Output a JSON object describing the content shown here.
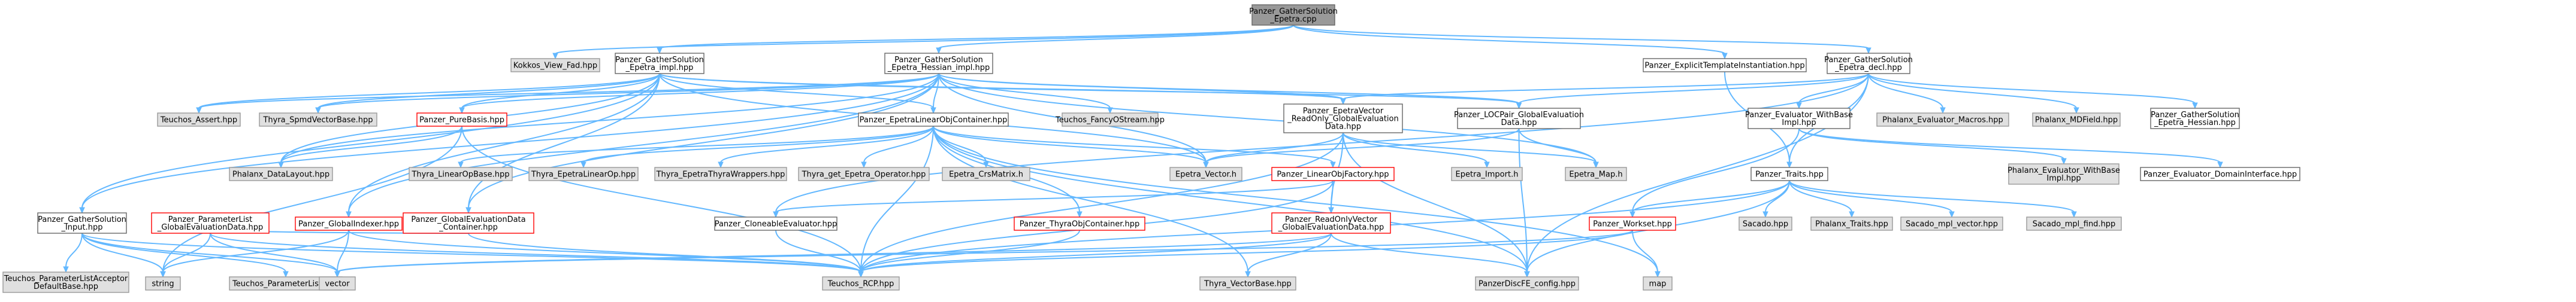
{
  "nodes": [
    {
      "id": "root",
      "lines": [
        "Panzer_GatherSolution",
        "_Epetra.cpp"
      ],
      "style": "title"
    },
    {
      "id": "kokkos_viewfad",
      "lines": [
        "Kokkos_View_Fad.hpp"
      ],
      "style": "gray"
    },
    {
      "id": "gs_impl",
      "lines": [
        "Panzer_GatherSolution",
        "_Epetra_impl.hpp"
      ],
      "style": "white"
    },
    {
      "id": "gs_hessian_impl",
      "lines": [
        "Panzer_GatherSolution",
        "_Epetra_Hessian_impl.hpp"
      ],
      "style": "white"
    },
    {
      "id": "explicit_ti",
      "lines": [
        "Panzer_ExplicitTemplateInstantiation.hpp"
      ],
      "style": "white"
    },
    {
      "id": "gs_decl",
      "lines": [
        "Panzer_GatherSolution",
        "_Epetra_decl.hpp"
      ],
      "style": "white"
    },
    {
      "id": "teuchos_assert",
      "lines": [
        "Teuchos_Assert.hpp"
      ],
      "style": "gray"
    },
    {
      "id": "thyra_spmd",
      "lines": [
        "Thyra_SpmdVectorBase.hpp"
      ],
      "style": "gray"
    },
    {
      "id": "purebasis",
      "lines": [
        "Panzer_PureBasis.hpp"
      ],
      "style": "red"
    },
    {
      "id": "teuchos_fancy",
      "lines": [
        "Teuchos_FancyOStream.hpp"
      ],
      "style": "gray"
    },
    {
      "id": "epetra_ro_ged",
      "lines": [
        "Panzer_EpetraVector",
        "_ReadOnly_GlobalEvaluation",
        "Data.hpp"
      ],
      "style": "white"
    },
    {
      "id": "locpair",
      "lines": [
        "Panzer_LOCPair_GlobalEvaluation",
        "Data.hpp"
      ],
      "style": "white"
    },
    {
      "id": "evaluator_withbase",
      "lines": [
        "Panzer_Evaluator_WithBase",
        "Impl.hpp"
      ],
      "style": "white"
    },
    {
      "id": "phalanx_evalmacros",
      "lines": [
        "Phalanx_Evaluator_Macros.hpp"
      ],
      "style": "gray"
    },
    {
      "id": "phalanx_mdfield",
      "lines": [
        "Phalanx_MDField.hpp"
      ],
      "style": "gray"
    },
    {
      "id": "gs_hessian",
      "lines": [
        "Panzer_GatherSolution",
        "_Epetra_Hessian.hpp"
      ],
      "style": "white"
    },
    {
      "id": "epetra_loc",
      "lines": [
        "Panzer_EpetraLinearObjContainer.hpp"
      ],
      "style": "white"
    },
    {
      "id": "phalanx_datalayout",
      "lines": [
        "Phalanx_DataLayout.hpp"
      ],
      "style": "gray"
    },
    {
      "id": "thyra_linop_base",
      "lines": [
        "Thyra_LinearOpBase.hpp"
      ],
      "style": "gray"
    },
    {
      "id": "thyra_epetra_linop",
      "lines": [
        "Thyra_EpetraLinearOp.hpp"
      ],
      "style": "gray"
    },
    {
      "id": "thyra_epetra_wrappers",
      "lines": [
        "Thyra_EpetraThyraWrappers.hpp"
      ],
      "style": "gray"
    },
    {
      "id": "thyra_get_epetra_op",
      "lines": [
        "Thyra_get_Epetra_Operator.hpp"
      ],
      "style": "gray"
    },
    {
      "id": "epetra_crsmatrix",
      "lines": [
        "Epetra_CrsMatrix.h"
      ],
      "style": "gray"
    },
    {
      "id": "epetra_vector",
      "lines": [
        "Epetra_Vector.h"
      ],
      "style": "gray"
    },
    {
      "id": "linobjfactory",
      "lines": [
        "Panzer_LinearObjFactory.hpp"
      ],
      "style": "red"
    },
    {
      "id": "epetra_import",
      "lines": [
        "Epetra_Import.h"
      ],
      "style": "gray"
    },
    {
      "id": "epetra_map",
      "lines": [
        "Epetra_Map.h"
      ],
      "style": "gray"
    },
    {
      "id": "panzer_traits",
      "lines": [
        "Panzer_Traits.hpp"
      ],
      "style": "white"
    },
    {
      "id": "phalanx_ewb_impl",
      "lines": [
        "Phalanx_Evaluator_WithBase",
        "Impl.hpp"
      ],
      "style": "gray"
    },
    {
      "id": "evaluator_domainiface",
      "lines": [
        "Panzer_Evaluator_DomainInterface.hpp"
      ],
      "style": "white"
    },
    {
      "id": "gs_input",
      "lines": [
        "Panzer_GatherSolution",
        "_Input.hpp"
      ],
      "style": "white"
    },
    {
      "id": "paramlist_ged",
      "lines": [
        "Panzer_ParameterList",
        "_GlobalEvaluationData.hpp"
      ],
      "style": "red"
    },
    {
      "id": "globalindexer",
      "lines": [
        "Panzer_GlobalIndexer.hpp"
      ],
      "style": "red"
    },
    {
      "id": "ged_container",
      "lines": [
        "Panzer_GlobalEvaluationData",
        "_Container.hpp"
      ],
      "style": "red"
    },
    {
      "id": "cloneable_eval",
      "lines": [
        "Panzer_CloneableEvaluator.hpp"
      ],
      "style": "white"
    },
    {
      "id": "thyraobj_container",
      "lines": [
        "Panzer_ThyraObjContainer.hpp"
      ],
      "style": "red"
    },
    {
      "id": "readonly_vector_ged",
      "lines": [
        "Panzer_ReadOnlyVector",
        "_GlobalEvaluationData.hpp"
      ],
      "style": "red"
    },
    {
      "id": "workset",
      "lines": [
        "Panzer_Workset.hpp"
      ],
      "style": "red"
    },
    {
      "id": "sacado",
      "lines": [
        "Sacado.hpp"
      ],
      "style": "gray"
    },
    {
      "id": "phalanx_traits",
      "lines": [
        "Phalanx_Traits.hpp"
      ],
      "style": "gray"
    },
    {
      "id": "sacado_mpl_vector",
      "lines": [
        "Sacado_mpl_vector.hpp"
      ],
      "style": "gray"
    },
    {
      "id": "sacado_mpl_find",
      "lines": [
        "Sacado_mpl_find.hpp"
      ],
      "style": "gray"
    },
    {
      "id": "teuchos_plaa",
      "lines": [
        "Teuchos_ParameterListAcceptor",
        "DefaultBase.hpp"
      ],
      "style": "gray"
    },
    {
      "id": "string",
      "lines": [
        "string"
      ],
      "style": "gray"
    },
    {
      "id": "teuchos_paramlist",
      "lines": [
        "Teuchos_ParameterList.hpp"
      ],
      "style": "gray"
    },
    {
      "id": "vector",
      "lines": [
        "vector"
      ],
      "style": "gray"
    },
    {
      "id": "teuchos_rcp",
      "lines": [
        "Teuchos_RCP.hpp"
      ],
      "style": "gray"
    },
    {
      "id": "thyra_vectorbase",
      "lines": [
        "Thyra_VectorBase.hpp"
      ],
      "style": "gray"
    },
    {
      "id": "pdfe_config",
      "lines": [
        "PanzerDiscFE_config.hpp"
      ],
      "style": "gray"
    },
    {
      "id": "map",
      "lines": [
        "map"
      ],
      "style": "gray"
    }
  ],
  "edges": [
    [
      "root",
      "kokkos_viewfad"
    ],
    [
      "root",
      "gs_impl"
    ],
    [
      "root",
      "gs_hessian_impl"
    ],
    [
      "root",
      "explicit_ti"
    ],
    [
      "root",
      "gs_decl"
    ],
    [
      "gs_impl",
      "teuchos_assert"
    ],
    [
      "gs_impl",
      "thyra_spmd"
    ],
    [
      "gs_impl",
      "purebasis"
    ],
    [
      "gs_impl",
      "epetra_loc"
    ],
    [
      "gs_impl",
      "epetra_ro_ged"
    ],
    [
      "gs_impl",
      "gs_input"
    ],
    [
      "gs_impl",
      "globalindexer"
    ],
    [
      "gs_impl",
      "ged_container"
    ],
    [
      "gs_impl",
      "phalanx_datalayout"
    ],
    [
      "gs_impl",
      "epetra_vector"
    ],
    [
      "gs_impl",
      "locpair"
    ],
    [
      "gs_hessian_impl",
      "teuchos_assert"
    ],
    [
      "gs_hessian_impl",
      "thyra_spmd"
    ],
    [
      "gs_hessian_impl",
      "purebasis"
    ],
    [
      "gs_hessian_impl",
      "teuchos_fancy"
    ],
    [
      "gs_hessian_impl",
      "epetra_ro_ged"
    ],
    [
      "gs_hessian_impl",
      "locpair"
    ],
    [
      "gs_hessian_impl",
      "epetra_loc"
    ],
    [
      "gs_hessian_impl",
      "epetra_vector"
    ],
    [
      "gs_hessian_impl",
      "epetra_map"
    ],
    [
      "gs_hessian_impl",
      "gs_input"
    ],
    [
      "gs_hessian_impl",
      "globalindexer"
    ],
    [
      "gs_hessian_impl",
      "ged_container"
    ],
    [
      "gs_hessian_impl",
      "phalanx_datalayout"
    ],
    [
      "explicit_ti",
      "panzer_traits"
    ],
    [
      "gs_decl",
      "epetra_ro_ged"
    ],
    [
      "gs_decl",
      "locpair"
    ],
    [
      "gs_decl",
      "evaluator_withbase"
    ],
    [
      "gs_decl",
      "phalanx_evalmacros"
    ],
    [
      "gs_decl",
      "phalanx_mdfield"
    ],
    [
      "gs_decl",
      "gs_hessian"
    ],
    [
      "gs_decl",
      "panzer_traits"
    ],
    [
      "gs_decl",
      "pdfe_config"
    ],
    [
      "gs_decl",
      "cloneable_eval"
    ],
    [
      "purebasis",
      "phalanx_datalayout"
    ],
    [
      "purebasis",
      "teuchos_rcp"
    ],
    [
      "purebasis",
      "string"
    ],
    [
      "epetra_ro_ged",
      "epetra_vector"
    ],
    [
      "epetra_ro_ged",
      "epetra_import"
    ],
    [
      "epetra_ro_ged",
      "epetra_map"
    ],
    [
      "epetra_ro_ged",
      "readonly_vector_ged"
    ],
    [
      "epetra_ro_ged",
      "teuchos_rcp"
    ],
    [
      "epetra_ro_ged",
      "pdfe_config"
    ],
    [
      "locpair",
      "epetra_vector"
    ],
    [
      "locpair",
      "epetra_map"
    ],
    [
      "locpair",
      "pdfe_config"
    ],
    [
      "evaluator_withbase",
      "phalanx_ewb_impl"
    ],
    [
      "evaluator_withbase",
      "evaluator_domainiface"
    ],
    [
      "evaluator_withbase",
      "workset"
    ],
    [
      "epetra_loc",
      "thyra_linop_base"
    ],
    [
      "epetra_loc",
      "thyra_epetra_linop"
    ],
    [
      "epetra_loc",
      "thyra_epetra_wrappers"
    ],
    [
      "epetra_loc",
      "thyra_get_epetra_op"
    ],
    [
      "epetra_loc",
      "epetra_crsmatrix"
    ],
    [
      "epetra_loc",
      "epetra_vector"
    ],
    [
      "epetra_loc",
      "linobjfactory"
    ],
    [
      "epetra_loc",
      "thyraobj_container"
    ],
    [
      "epetra_loc",
      "teuchos_rcp"
    ],
    [
      "epetra_loc",
      "thyra_vectorbase"
    ],
    [
      "epetra_loc",
      "pdfe_config"
    ],
    [
      "epetra_loc",
      "map"
    ],
    [
      "linobjfactory",
      "cloneable_eval"
    ],
    [
      "linobjfactory",
      "readonly_vector_ged"
    ],
    [
      "linobjfactory",
      "teuchos_rcp"
    ],
    [
      "panzer_traits",
      "sacado"
    ],
    [
      "panzer_traits",
      "phalanx_traits"
    ],
    [
      "panzer_traits",
      "sacado_mpl_vector"
    ],
    [
      "panzer_traits",
      "sacado_mpl_find"
    ],
    [
      "panzer_traits",
      "workset"
    ],
    [
      "panzer_traits",
      "pdfe_config"
    ],
    [
      "panzer_traits",
      "teuchos_rcp"
    ],
    [
      "gs_input",
      "teuchos_plaa"
    ],
    [
      "gs_input",
      "string"
    ],
    [
      "gs_input",
      "teuchos_paramlist"
    ],
    [
      "gs_input",
      "vector"
    ],
    [
      "gs_input",
      "teuchos_rcp"
    ],
    [
      "paramlist_ged",
      "string"
    ],
    [
      "paramlist_ged",
      "vector"
    ],
    [
      "paramlist_ged",
      "teuchos_rcp"
    ],
    [
      "globalindexer",
      "string"
    ],
    [
      "globalindexer",
      "vector"
    ],
    [
      "globalindexer",
      "teuchos_rcp"
    ],
    [
      "ged_container",
      "teuchos_rcp"
    ],
    [
      "ged_container",
      "paramlist_ged"
    ],
    [
      "cloneable_eval",
      "teuchos_rcp"
    ],
    [
      "thyraobj_container",
      "teuchos_rcp"
    ],
    [
      "readonly_vector_ged",
      "teuchos_rcp"
    ],
    [
      "readonly_vector_ged",
      "thyra_vectorbase"
    ],
    [
      "readonly_vector_ged",
      "pdfe_config"
    ],
    [
      "readonly_vector_ged",
      "vector"
    ],
    [
      "workset",
      "vector"
    ],
    [
      "workset",
      "teuchos_rcp"
    ],
    [
      "workset",
      "map"
    ]
  ]
}
